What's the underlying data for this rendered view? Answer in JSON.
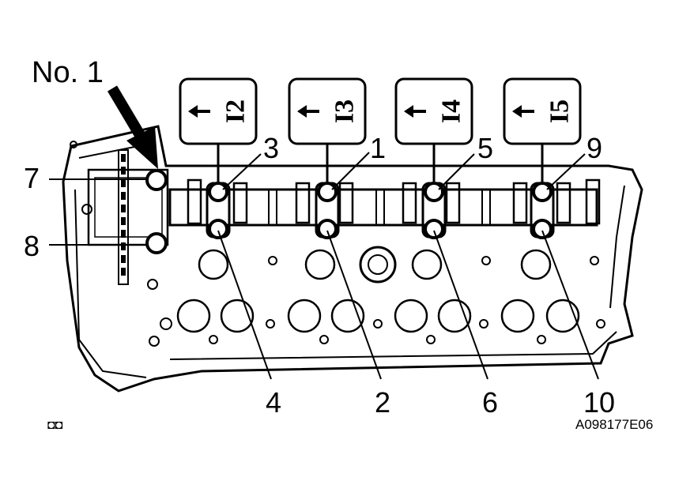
{
  "diagram": {
    "pointer_label": "No. 1",
    "figure_code": "A098177E06",
    "corner_mark": "◘◘"
  },
  "tags": [
    {
      "text": "I2"
    },
    {
      "text": "I3"
    },
    {
      "text": "I4"
    },
    {
      "text": "I5"
    }
  ],
  "callouts": {
    "top": [
      "3",
      "1",
      "5",
      "9"
    ],
    "bottom": [
      "4",
      "2",
      "6",
      "10"
    ],
    "left": [
      "7",
      "8"
    ]
  },
  "icons": {
    "tag_arrow": "left-arrow-icon",
    "pointer": "down-right-arrow-icon"
  }
}
